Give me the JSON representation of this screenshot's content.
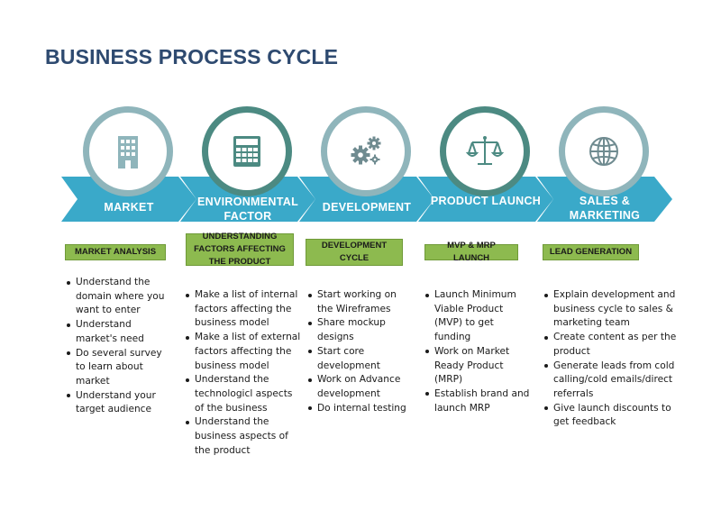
{
  "title": "BUSINESS PROCESS CYCLE",
  "colors": {
    "title": "#2e4a70",
    "arrow": "#3aa9c9",
    "circle_light": "#8fb5bb",
    "circle_dark": "#4c8a82",
    "tag_green": "#8dba4f"
  },
  "stages": [
    {
      "label": "MARKET",
      "icon": "building-icon",
      "circle_style": "light",
      "tag": "MARKET ANALYSIS",
      "bullets": [
        "Understand the domain where you want to enter",
        "Understand market's need",
        "Do several survey to learn about market",
        "Understand your target audience"
      ]
    },
    {
      "label": "ENVIRONMENTAL FACTOR",
      "icon": "calculator-icon",
      "circle_style": "dark",
      "tag": "UNDERSTANDING FACTORS AFFECTING THE PRODUCT",
      "bullets": [
        "Make a list of internal factors affecting the business model",
        "Make a list of external factors affecting the business model",
        "Understand the technologicl aspects of the business",
        "Understand the business aspects of the product"
      ]
    },
    {
      "label": "DEVELOPMENT",
      "icon": "gears-icon",
      "circle_style": "light",
      "tag": "DEVELOPMENT CYCLE",
      "bullets": [
        "Start working on the Wireframes",
        "Share mockup designs",
        "Start core development",
        "Work on Advance development",
        "Do internal testing"
      ]
    },
    {
      "label": "PRODUCT LAUNCH",
      "icon": "scales-icon",
      "circle_style": "dark",
      "tag": "MVP & MRP LAUNCH",
      "bullets": [
        "Launch Minimum Viable Product (MVP) to get funding",
        "Work on Market Ready Product (MRP)",
        "Establish brand and launch MRP"
      ]
    },
    {
      "label": "SALES & MARKETING",
      "icon": "globe-icon",
      "circle_style": "light",
      "tag": "LEAD GENERATION",
      "bullets": [
        "Explain development and business cycle to sales & marketing team",
        "Create content as per the product",
        "Generate leads from cold calling/cold emails/direct referrals",
        "Give launch discounts to get feedback"
      ]
    }
  ]
}
